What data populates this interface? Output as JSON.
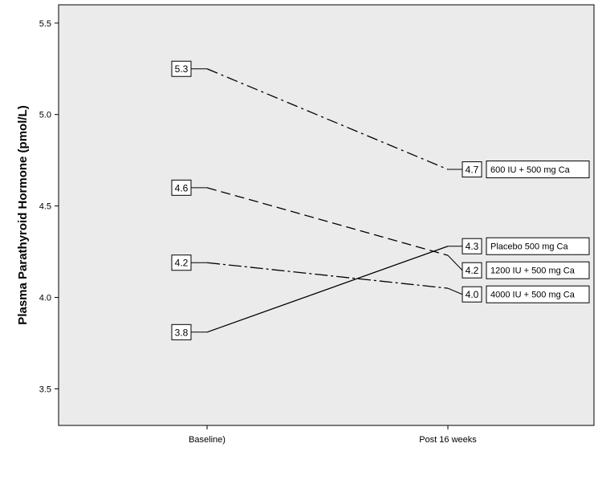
{
  "chart_data": {
    "type": "line",
    "title": "",
    "xlabel": "",
    "ylabel": "Plasma Parathyroid Hormone (pmol/L)",
    "categories": [
      "Baseline)",
      "Post 16 weeks"
    ],
    "ylim": [
      3.3,
      5.6
    ],
    "yticks": [
      "3.5",
      "4.0",
      "4.5",
      "5.0",
      "5.5"
    ],
    "grid": false,
    "background_color": "#ebebeb",
    "series": [
      {
        "name": "600 IU + 500 mg Ca",
        "values": [
          5.25,
          4.7
        ],
        "labels": [
          "5.3",
          "4.7"
        ],
        "dash": "dashdot"
      },
      {
        "name": "1200 IU + 500 mg Ca",
        "values": [
          4.6,
          4.23
        ],
        "labels": [
          "4.6",
          "4.2"
        ],
        "dash": "dashed"
      },
      {
        "name": "4000 IU + 500 mg Ca",
        "values": [
          4.19,
          4.05
        ],
        "labels": [
          "4.2",
          "4.0"
        ],
        "dash": "dashdot-long"
      },
      {
        "name": "Placebo 500 mg Ca",
        "values": [
          3.81,
          4.28
        ],
        "labels": [
          "3.8",
          "4.3"
        ],
        "dash": "solid"
      }
    ]
  }
}
